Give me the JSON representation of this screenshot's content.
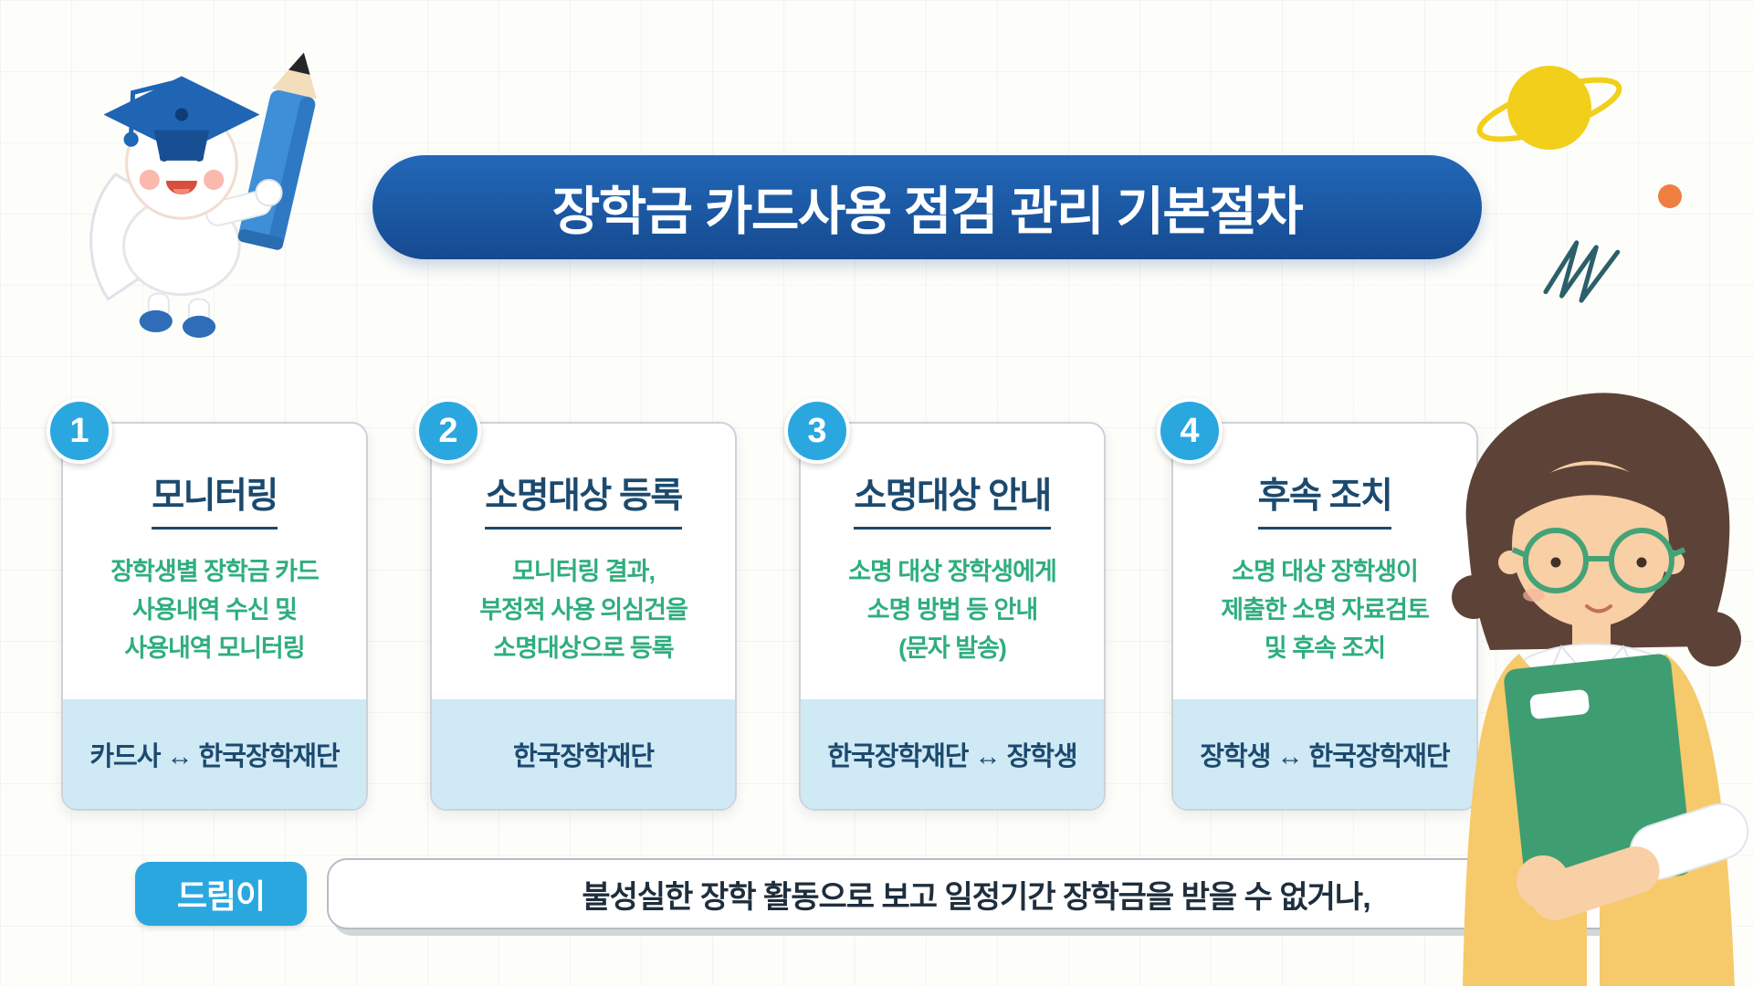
{
  "title": "장학금 카드사용 점검 관리 기본절차",
  "colors": {
    "banner_blue": "#164a90",
    "badge_blue": "#2ba7e0",
    "title_navy": "#1c4a6e",
    "body_green": "#2fae7d",
    "card_footer_bg": "#cfe9f5",
    "accent_orange": "#ee7f41",
    "planet_yellow": "#f2cf1b"
  },
  "cards": [
    {
      "number": "1",
      "title": "모니터링",
      "body": "장학생별 장학금 카드\n사용내역 수신 및\n사용내역 모니터링",
      "footer": "카드사 ↔ 한국장학재단"
    },
    {
      "number": "2",
      "title": "소명대상 등록",
      "body": "모니터링 결과,\n부정적 사용 의심건을\n소명대상으로 등록",
      "footer": "한국장학재단"
    },
    {
      "number": "3",
      "title": "소명대상 안내",
      "body": "소명 대상 장학생에게\n소명 방법 등 안내\n(문자 발송)",
      "footer": "한국장학재단 ↔ 장학생"
    },
    {
      "number": "4",
      "title": "후속 조치",
      "body": "소명 대상 장학생이\n제출한 소명 자료검토\n및 후속 조치",
      "footer": "장학생 ↔ 한국장학재단"
    }
  ],
  "caption": {
    "speaker": "드림이",
    "text": "불성실한 장학 활동으로 보고 일정기간 장학금을 받을 수 없거나,"
  },
  "decorations": {
    "mascot": "graduate-character-with-pencil",
    "planet": "saturn-planet",
    "dot": "orange-dot",
    "squiggle": "zigzag-scribble",
    "person": "counselor-holding-green-book"
  }
}
